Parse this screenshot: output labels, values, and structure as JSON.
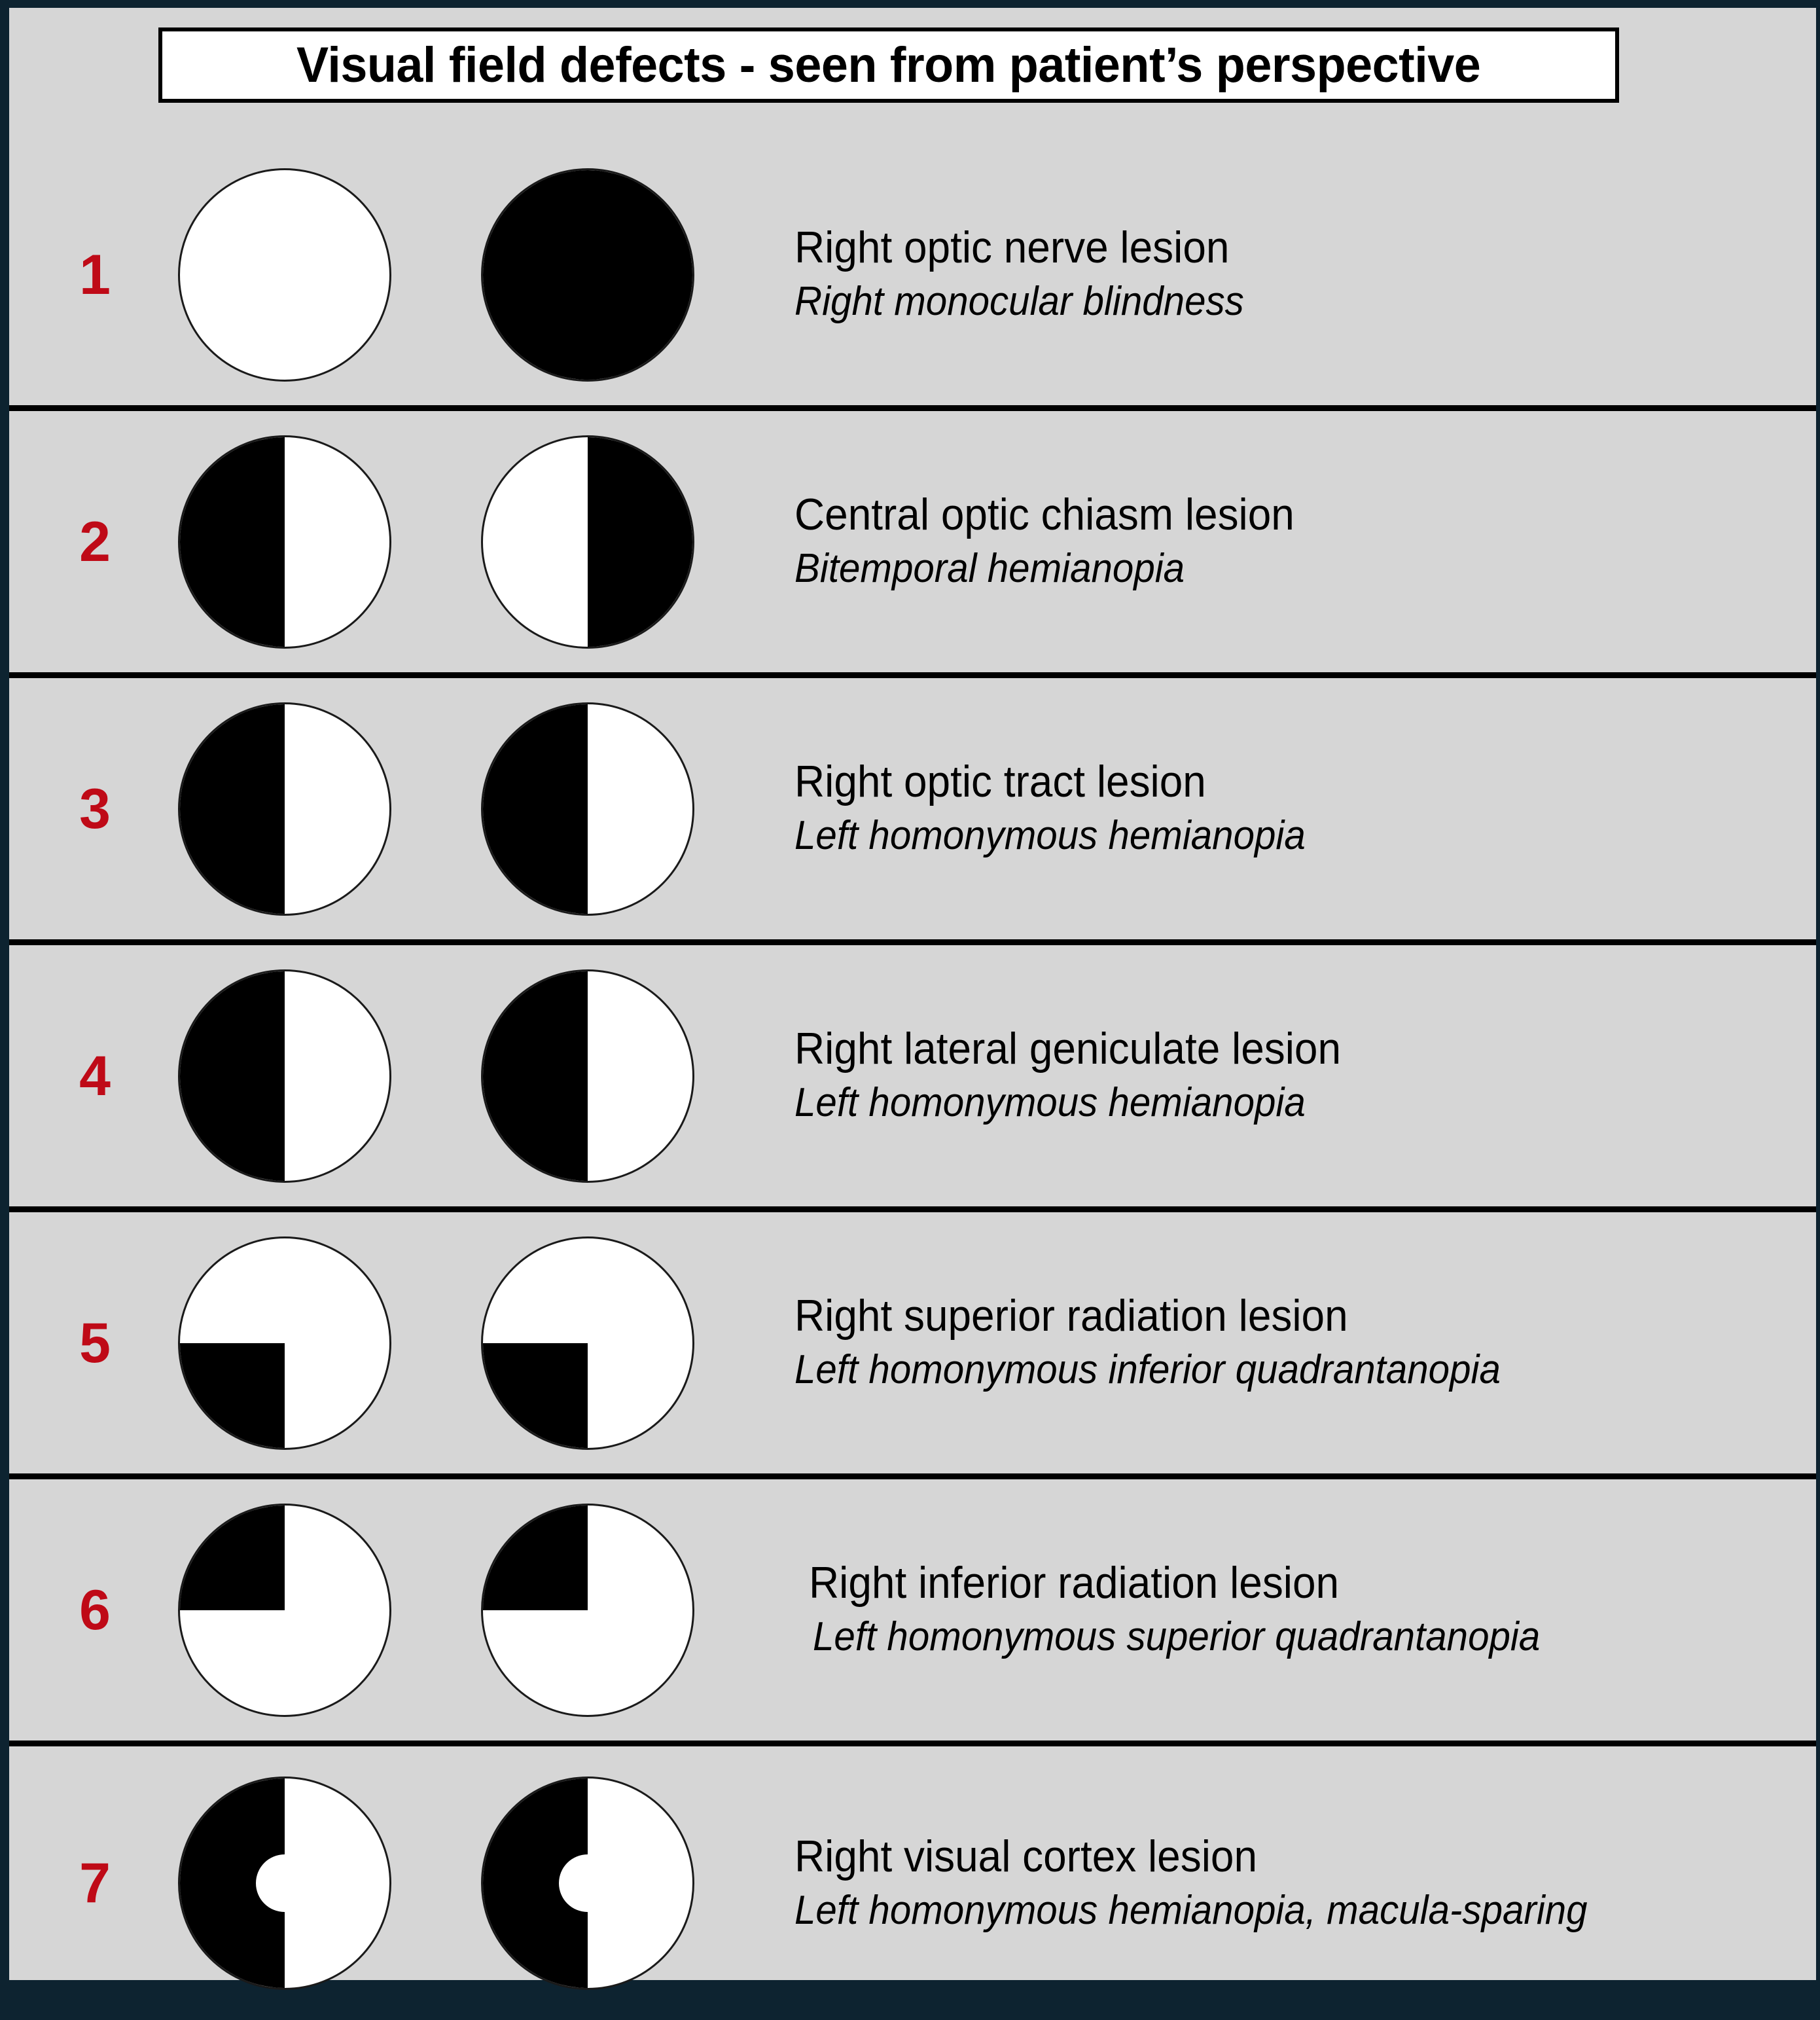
{
  "title": "Visual field defects - seen from patient’s perspective",
  "colors": {
    "page_background": "#d6d6d6",
    "outer_border": "#0d2330",
    "number": "#bf0a17",
    "field_defect_fill": "#000000",
    "field_intact_fill": "#ffffff",
    "divider": "#000000"
  },
  "rows": [
    {
      "number": "1",
      "lesion": "Right optic nerve lesion",
      "defect": "Right monocular blindness",
      "left_eye": "clear",
      "right_eye": "full"
    },
    {
      "number": "2",
      "lesion": "Central optic chiasm lesion",
      "defect": "Bitemporal hemianopia",
      "left_eye": "left-half",
      "right_eye": "right-half"
    },
    {
      "number": "3",
      "lesion": "Right optic tract lesion",
      "defect": "Left homonymous hemianopia",
      "left_eye": "left-half",
      "right_eye": "left-half"
    },
    {
      "number": "4",
      "lesion": "Right lateral geniculate lesion",
      "defect": "Left homonymous hemianopia",
      "left_eye": "left-half",
      "right_eye": "left-half"
    },
    {
      "number": "5",
      "lesion": "Right superior radiation lesion",
      "defect": "Left homonymous inferior quadrantanopia",
      "left_eye": "lower-left-quadrant",
      "right_eye": "lower-left-quadrant"
    },
    {
      "number": "6",
      "lesion": "Right inferior radiation lesion",
      "defect": "Left homonymous superior quadrantanopia",
      "left_eye": "upper-left-quadrant",
      "right_eye": "upper-left-quadrant"
    },
    {
      "number": "7",
      "lesion": "Right visual cortex lesion",
      "defect": "Left homonymous hemianopia, macula-sparing",
      "left_eye": "left-half-macula-spared",
      "right_eye": "left-half-macula-spared"
    }
  ]
}
